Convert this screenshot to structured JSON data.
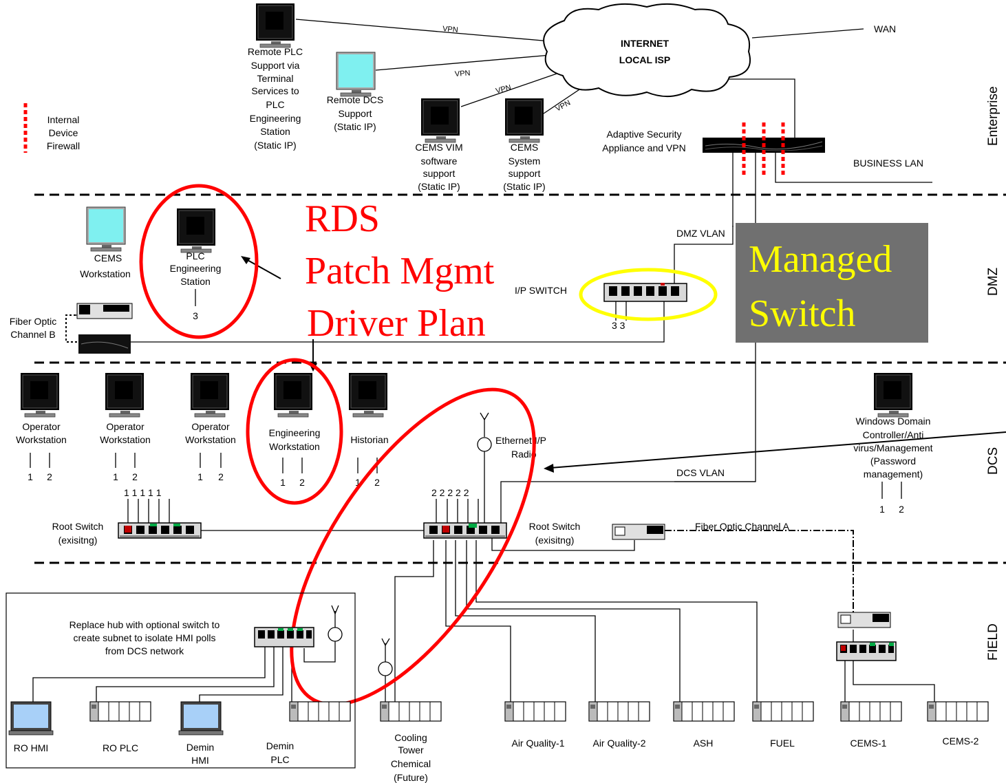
{
  "zones": {
    "enterprise": "Enterprise",
    "dmz": "DMZ",
    "dcs": "DCS",
    "field": "FIELD"
  },
  "legend": {
    "firewall": [
      "Internal",
      "Device",
      "Firewall"
    ]
  },
  "cloud": [
    "INTERNET",
    "LOCAL ISP"
  ],
  "wan": "WAN",
  "vpn": "VPN",
  "business_lan": "BUSINESS LAN",
  "asa": [
    "Adaptive Security",
    "Appliance and VPN"
  ],
  "remote_plc": [
    "Remote PLC",
    "Support via",
    "Terminal",
    "Services to",
    "PLC",
    "Engineering",
    "Station",
    "(Static IP)"
  ],
  "remote_dcs": [
    "Remote DCS",
    "Support",
    "(Static IP)"
  ],
  "cems_vim": [
    "CEMS VIM",
    "software",
    "support",
    "(Static IP)"
  ],
  "cems_sys": [
    "CEMS",
    "System",
    "support",
    "(Static IP)"
  ],
  "cems_ws": [
    "CEMS",
    "Workstation"
  ],
  "plc_eng": [
    "PLC",
    "Engineering",
    "Station"
  ],
  "plc_eng_port": "3",
  "fiber_b": [
    "Fiber Optic",
    "Channel B"
  ],
  "rds_overlay": [
    "RDS",
    "Patch Mgmt",
    "Driver Plan"
  ],
  "managed_switch": [
    "Managed",
    "Switch"
  ],
  "dmz_vlan": "DMZ VLAN",
  "ip_switch": "I/P SWITCH",
  "ip_switch_ports": "3 3",
  "operator_ws": [
    "Operator",
    "Workstation"
  ],
  "eng_ws": [
    "Engineering",
    "Workstation"
  ],
  "historian": "Historian",
  "port1": "1",
  "port2": "2",
  "radio": [
    "Ethernet I/P",
    "Radio"
  ],
  "windows_dc": [
    "Windows Domain",
    "Controller/Anti",
    "virus/Management",
    "(Password",
    "management)"
  ],
  "dcs_vlan": "DCS VLAN",
  "root_switch": [
    "Root Switch",
    "(exisitng)"
  ],
  "ports_ones": "1 1 1 1 1",
  "ports_twos": "2 2 2 2 2",
  "fiber_a": "Fiber Optic Channel A",
  "hub_note": [
    "Replace hub with optional switch to",
    "create subnet to isolate HMI polls",
    "from DCS network"
  ],
  "field_devices": {
    "ro_hmi": "RO HMI",
    "ro_plc": "RO PLC",
    "demin_hmi": [
      "Demin",
      "HMI"
    ],
    "demin_plc": [
      "Demin",
      "PLC"
    ],
    "cooling": [
      "Cooling",
      "Tower",
      "Chemical",
      "(Future)"
    ],
    "aq1": "Air Quality-1",
    "aq2": "Air Quality-2",
    "ash": "ASH",
    "fuel": "FUEL",
    "cems1": "CEMS-1",
    "cems2": "CEMS-2"
  },
  "colors": {
    "annotation_red": "#ff0000",
    "managed_bg": "#707070",
    "managed_text": "#ffff00",
    "ip_switch_ring": "#ffff00",
    "monitor_cyan": "#7ff0f0",
    "monitor_blue": "#a8d0f8"
  }
}
